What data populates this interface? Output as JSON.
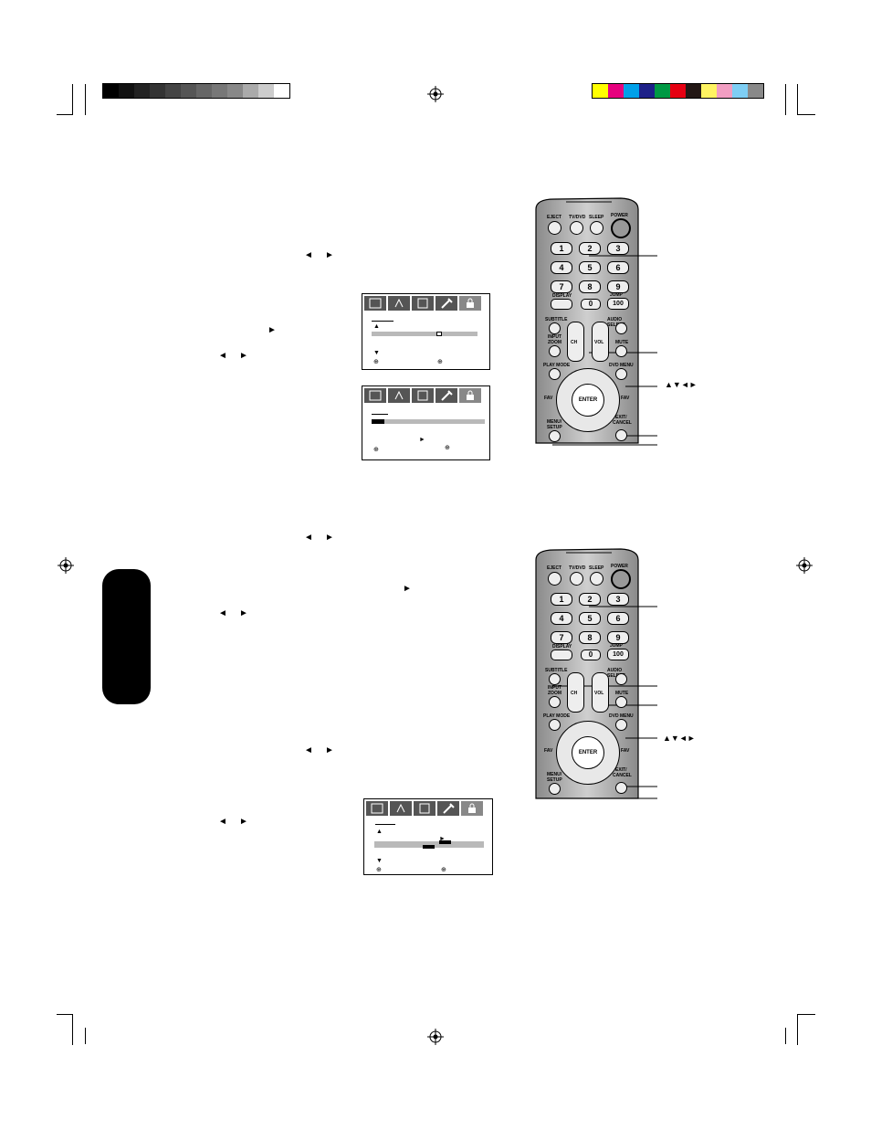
{
  "registration": {
    "gray_swatches": [
      "#000000",
      "#111111",
      "#222222",
      "#333333",
      "#444444",
      "#555555",
      "#666666",
      "#777777",
      "#888888",
      "#aaaaaa",
      "#cccccc",
      "#ffffff"
    ],
    "color_swatches": [
      "#ffff00",
      "#e6007e",
      "#00a0e9",
      "#1d2088",
      "#009944",
      "#e60012",
      "#231815",
      "#fff462",
      "#f19ec2",
      "#7ecef4",
      "#898989"
    ]
  },
  "arrows": {
    "left": "◄",
    "right": "►",
    "up": "▲",
    "down": "▼",
    "small_right": "►"
  },
  "remote_keys": {
    "eject": "EJECT",
    "tvdvd": "TV/DVD",
    "sleep": "SLEEP",
    "power": "POWER",
    "digits": [
      "1",
      "2",
      "3",
      "4",
      "5",
      "6",
      "7",
      "8",
      "9"
    ],
    "display": "DISPLAY",
    "zero": "0",
    "jump": "JUMP",
    "hundred": "100",
    "subtitle": "SUBTITLE",
    "audio_select": "AUDIO SELECT",
    "input": "INPUT",
    "zoom": "ZOOM",
    "ch": "CH",
    "vol": "VOL",
    "mute": "MUTE",
    "play_mode": "PLAY MODE",
    "dvd_menu": "DVD MENU",
    "enter": "ENTER",
    "fav_left": "FAV",
    "fav_right": "FAV",
    "menu": "MENU/",
    "setup": "SETUP",
    "exit": "EXIT/",
    "cancel": "CANCEL"
  },
  "callouts": {
    "arrows_label": "▲▼◄►"
  },
  "osd_symbols": {
    "enter_symbol": "⊕"
  }
}
